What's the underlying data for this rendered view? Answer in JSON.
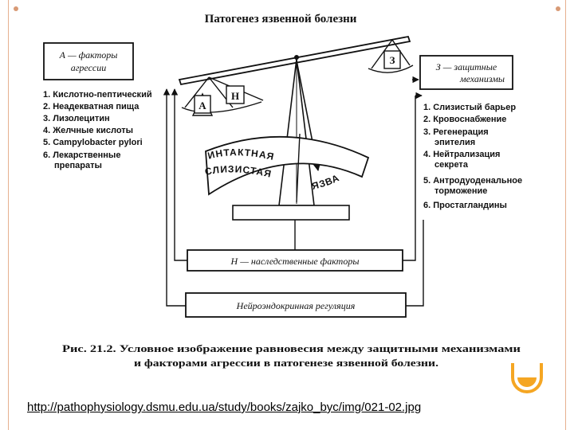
{
  "title": "Патогенез язвенной болезни",
  "box_a": {
    "line1": "А — факторы",
    "line2": "агрессии"
  },
  "box_z": {
    "line1": "З — защитные",
    "line2": "механизмы"
  },
  "aggression_factors": [
    "1. Кислотно-пептический",
    "2. Неадекватная пища",
    "3. Лизолецитин",
    "4. Желчные кислоты",
    "5. Campylobacter pylori",
    "6. Лекарственные",
    "препараты"
  ],
  "protective_factors": [
    "1. Слизистый барьер",
    "2. Кровоснабжение",
    "3. Регенерация",
    "эпителия",
    "4. Нейтрализация",
    "секрета",
    "5. Антродуоденальное",
    "торможение",
    "6. Простагландины"
  ],
  "pan_labels": {
    "a": "А",
    "n": "Н",
    "z": "З"
  },
  "arc": {
    "intact_line1": "ИНТАКТНАЯ",
    "intact_line2": "СЛИЗИСТАЯ",
    "ulcer": "ЯЗВА"
  },
  "box_hered": "Н — наследственные факторы",
  "box_neuro": "Нейроэндокринная регуляция",
  "caption": {
    "line1": "Рис. 21.2. Условное изображение равновесия между защитными механизмами",
    "line2": "и факторами агрессии в патогенезе язвенной болезни."
  },
  "source_url": "http://pathophysiology.dsmu.edu.ua/study/books/zajko_byc/img/021-02.jpg",
  "colors": {
    "frame": "#e7b08f",
    "badge": "#f5a623"
  }
}
